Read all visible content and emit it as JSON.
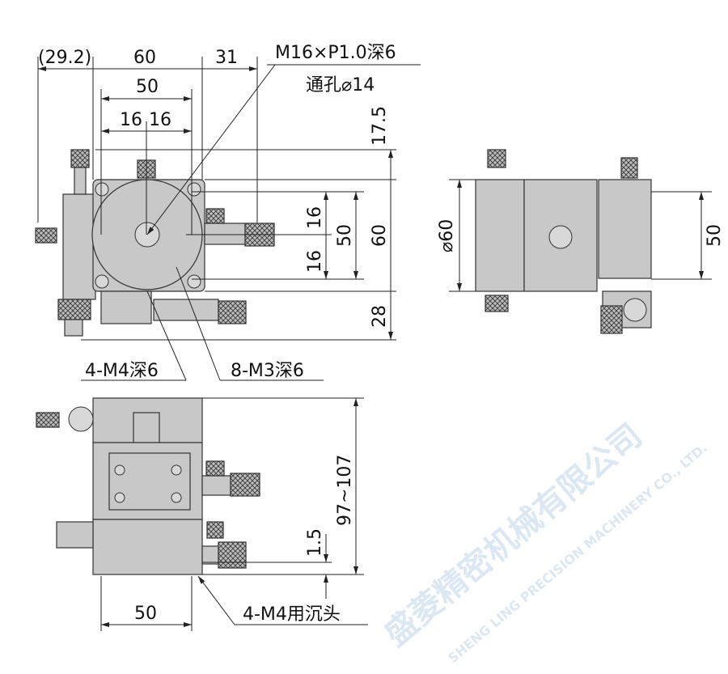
{
  "watermark": {
    "cn": "盛菱精密机械有限公司",
    "en": "SHENG LING PRECISION MACHINERY CO., LTD."
  },
  "top_view": {
    "dims_top": [
      "(29.2)",
      "60",
      "31",
      "50",
      "16",
      "16"
    ],
    "thread_label": "M16×P1.0深6",
    "through_hole_label": "通孔⌀14",
    "dims_right": [
      "17.5",
      "60",
      "50",
      "16",
      "16",
      "28"
    ],
    "callout_left": "4-M4深6",
    "callout_right": "8-M3深6"
  },
  "side_view": {
    "dim_left": "⌀60",
    "dim_right": "50"
  },
  "front_view": {
    "dim_height": "97~107",
    "dim_gap": "1.5",
    "dim_bottom": "50",
    "callout": "4-M4用沉头"
  },
  "colors": {
    "part": "#c8c8c8",
    "line": "#222222",
    "watermark": "#dbe8f3"
  }
}
